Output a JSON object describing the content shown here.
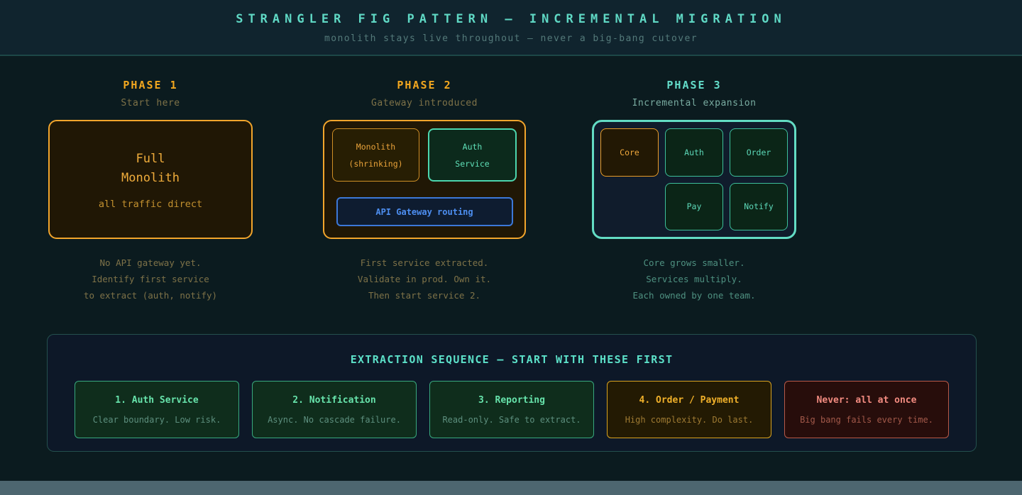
{
  "header": {
    "title": "STRANGLER FIG PATTERN — INCREMENTAL MIGRATION",
    "subtitle": "monolith stays live throughout — never a big-bang cutover"
  },
  "phases": [
    {
      "title": "PHASE 1",
      "subtitle": "Start here",
      "box": {
        "line1": "Full",
        "line2": "Monolith",
        "caption": "all traffic direct"
      },
      "description": [
        "No API gateway yet.",
        "Identify first service",
        "to extract (auth, notify)"
      ]
    },
    {
      "title": "PHASE 2",
      "subtitle": "Gateway introduced",
      "monolith": {
        "line1": "Monolith",
        "line2": "(shrinking)"
      },
      "auth": {
        "line1": "Auth",
        "line2": "Service"
      },
      "gateway_label": "API Gateway routing",
      "description": [
        "First service extracted.",
        "Validate in prod. Own it.",
        "Then start service 2."
      ]
    },
    {
      "title": "PHASE 3",
      "subtitle": "Incremental expansion",
      "cells": [
        "Core",
        "Auth",
        "Order",
        "Pay",
        "Notify"
      ],
      "description": [
        "Core grows smaller.",
        "Services multiply.",
        "Each owned by one team."
      ]
    }
  ],
  "extraction": {
    "title": "EXTRACTION SEQUENCE — START WITH THESE FIRST",
    "cards": [
      {
        "title": "1. Auth Service",
        "subtitle": "Clear boundary. Low risk.",
        "variant": "green"
      },
      {
        "title": "2. Notification",
        "subtitle": "Async. No cascade failure.",
        "variant": "green"
      },
      {
        "title": "3. Reporting",
        "subtitle": "Read-only. Safe to extract.",
        "variant": "green"
      },
      {
        "title": "4. Order / Payment",
        "subtitle": "High complexity. Do last.",
        "variant": "amber"
      },
      {
        "title": "Never: all at once",
        "subtitle": "Big bang fails every time.",
        "variant": "red"
      }
    ]
  },
  "colors": {
    "page_bg": "#0b1b1f",
    "header_bg": "#10242e",
    "accent_teal": "#5fd8c4",
    "accent_amber": "#f2a52c",
    "accent_blue": "#4d8ef0",
    "accent_green": "#67e3ab",
    "accent_red": "#f28b80",
    "footer_bar": "#4d6670"
  }
}
